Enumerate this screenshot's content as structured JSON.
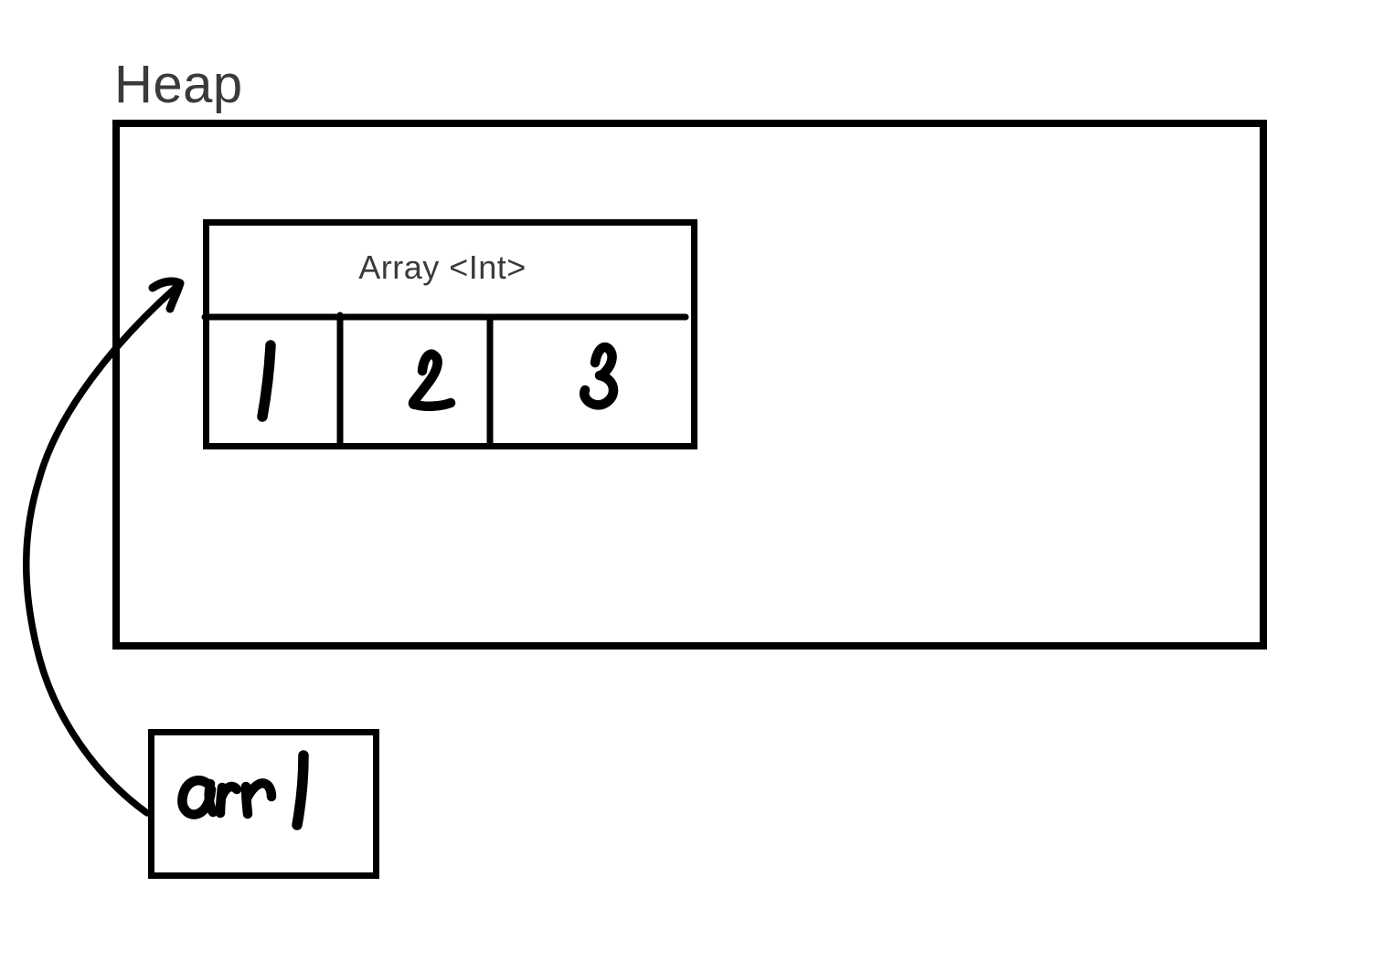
{
  "heap": {
    "label": "Heap"
  },
  "array_object": {
    "type_label": "Array <Int>",
    "cells": [
      {
        "value": "1"
      },
      {
        "value": "2"
      },
      {
        "value": "3"
      }
    ]
  },
  "variable": {
    "name": "arr1"
  },
  "arrow": {
    "from": "arr1",
    "to": "Array <Int>"
  },
  "colors": {
    "stroke": "#000000",
    "label_text": "#3a3a3a",
    "background": "#ffffff"
  }
}
